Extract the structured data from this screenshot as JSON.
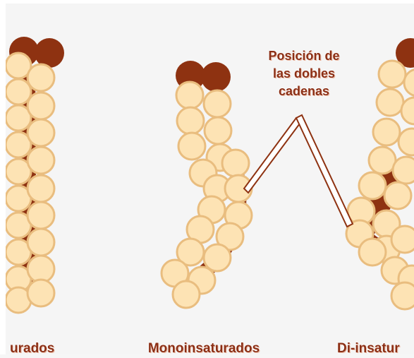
{
  "annotation": {
    "lines": [
      "Posición de",
      "las dobles",
      "cadenas"
    ]
  },
  "captions": {
    "left": "urados",
    "middle": "Monoinsaturados",
    "right": "Di-insatur"
  },
  "colors": {
    "head": "#8e3211",
    "bead_fill": "#fde3b4",
    "bead_edge": "#e9bd7f",
    "chain": "#8e3211",
    "text": "#8b2e14",
    "background": "#f5f5f5"
  }
}
